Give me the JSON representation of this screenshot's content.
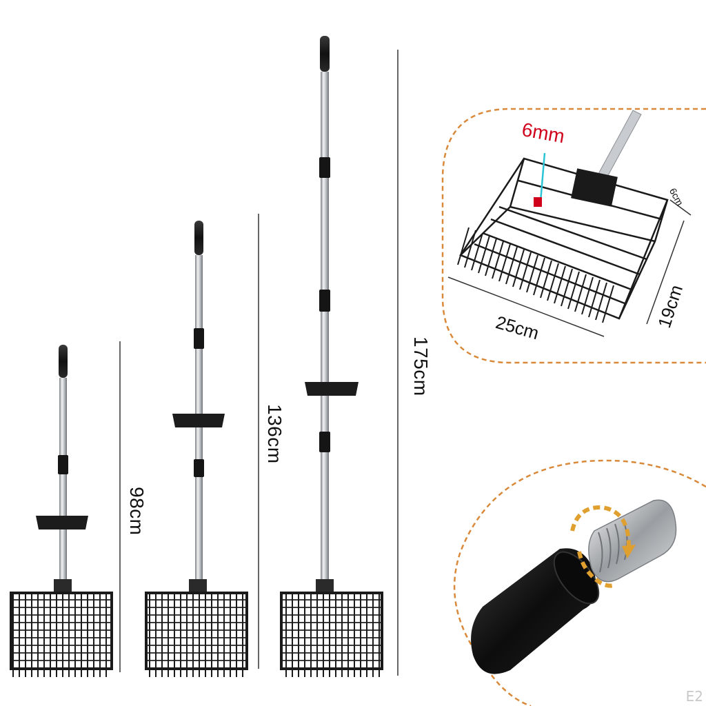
{
  "product": {
    "heights": [
      {
        "label": "98cm"
      },
      {
        "label": "136cm"
      },
      {
        "label": "175cm"
      }
    ]
  },
  "detail_basket": {
    "gap_label": "6mm",
    "depth_label": "6cm",
    "width_label": "25cm",
    "length_label": "19cm"
  },
  "detail_thread": {},
  "watermark": "E2",
  "colors": {
    "dashed_border": "#d9893a",
    "gap_label": "#d0021b",
    "pointer": "#2bc4d6",
    "rotate_arrow": "#e0a030",
    "handle": "#1a1a1a",
    "pole": "#b8bcc0"
  }
}
